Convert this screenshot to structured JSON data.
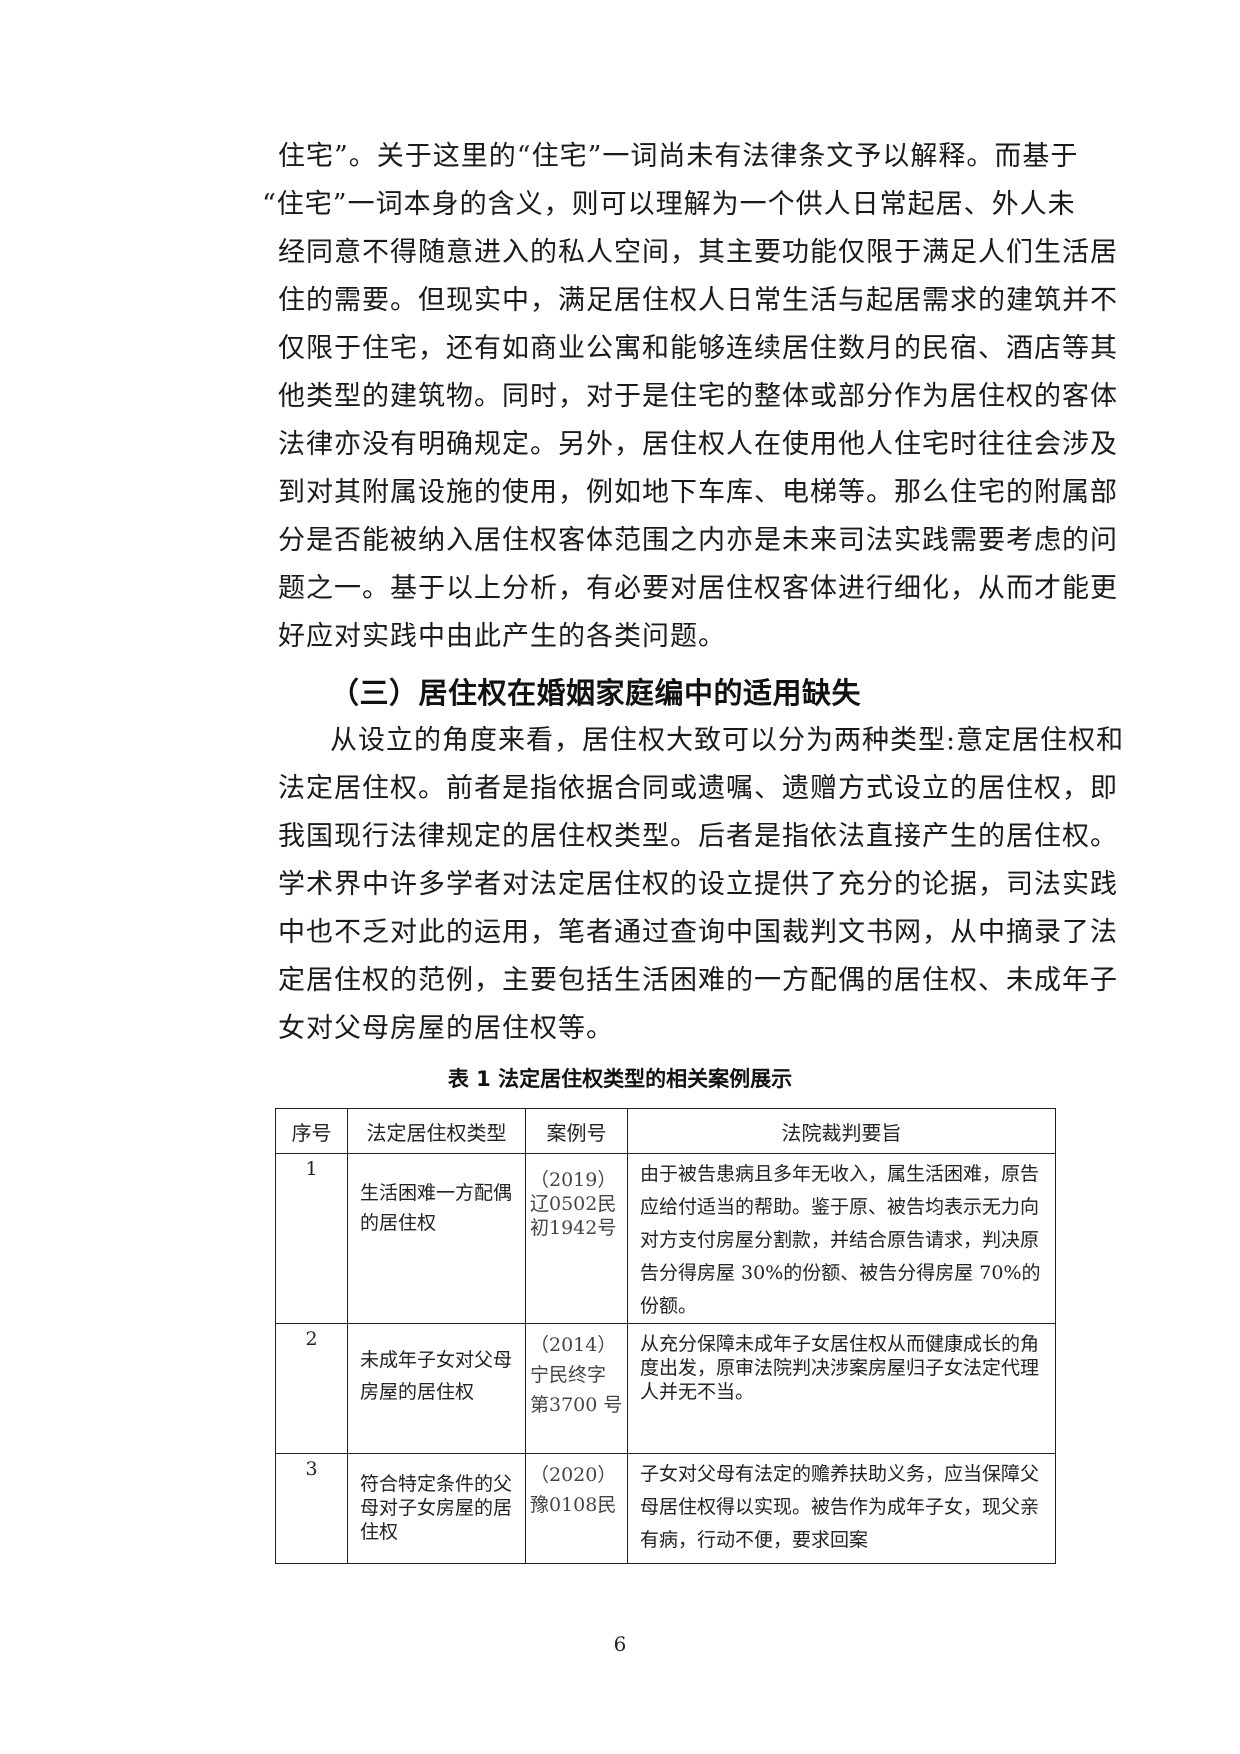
{
  "body": {
    "paragraph1_lines": [
      "住宅”。关于这里的“住宅”一词尚未有法律条文予以解释。而基于",
      "“住宅”一词本身的含义，则可以理解为一个供人日常起居、外人未",
      "经同意不得随意进入的私人空间，其主要功能仅限于满足人们生活居",
      "住的需要。但现实中，满足居住权人日常生活与起居需求的建筑并不",
      "仅限于住宅，还有如商业公寓和能够连续居住数月的民宿、酒店等其",
      "他类型的建筑物。同时，对于是住宅的整体或部分作为居住权的客体",
      "法律亦没有明确规定。另外，居住权人在使用他人住宅时往往会涉及",
      "到对其附属设施的使用，例如地下车库、电梯等。那么住宅的附属部",
      "分是否能被纳入居住权客体范围之内亦是未来司法实践需要考虑的问",
      "题之一。基于以上分析，有必要对居住权客体进行细化，从而才能更",
      "好应对实践中由此产生的各类问题。"
    ],
    "section_heading": "（三）居住权在婚姻家庭编中的适用缺失",
    "paragraph2_lines": [
      "从设立的角度来看，居住权大致可以分为两种类型:意定居住权和",
      "法定居住权。前者是指依据合同或遗嘱、遗赠方式设立的居住权，即",
      "我国现行法律规定的居住权类型。后者是指依法直接产生的居住权。",
      "学术界中许多学者对法定居住权的设立提供了充分的论据，司法实践",
      "中也不乏对此的运用，笔者通过查询中国裁判文书网，从中摘录了法",
      "定居住权的范例，主要包括生活困难的一方配偶的居住权、未成年子",
      "女对父母房屋的居住权等。"
    ]
  },
  "table": {
    "caption": "表 1 法定居住权类型的相关案例展示",
    "headers": [
      "序号",
      "法定居住权类型",
      "案例号",
      "法院裁判要旨"
    ],
    "rows": [
      {
        "no": "1",
        "type": "生活困难一方配偶的居住权",
        "case": "（2019）辽0502民初1942号",
        "gist": "由于被告患病且多年无收入，属生活困难，原告应给付适当的帮助。鉴于原、被告均表示无力向对方支付房屋分割款，并结合原告请求，判决原告分得房屋 30%的份额、被告分得房屋 70%的份额。"
      },
      {
        "no": "2",
        "type": "未成年子女对父母房屋的居住权",
        "case": "（2014）宁民终字第3700 号",
        "gist": "从充分保障未成年子女居住权从而健康成长的角度出发，原审法院判决涉案房屋归子女法定代理人并无不当。"
      },
      {
        "no": "3",
        "type": "符合特定条件的父母对子女房屋的居住权",
        "case": "（2020）豫0108民",
        "gist": "子女对父母有法定的赡养扶助义务，应当保障父母居住权得以实现。被告作为成年子女，现父亲有病，行动不便，要求回案"
      }
    ]
  },
  "footer": {
    "page_number": "6"
  }
}
